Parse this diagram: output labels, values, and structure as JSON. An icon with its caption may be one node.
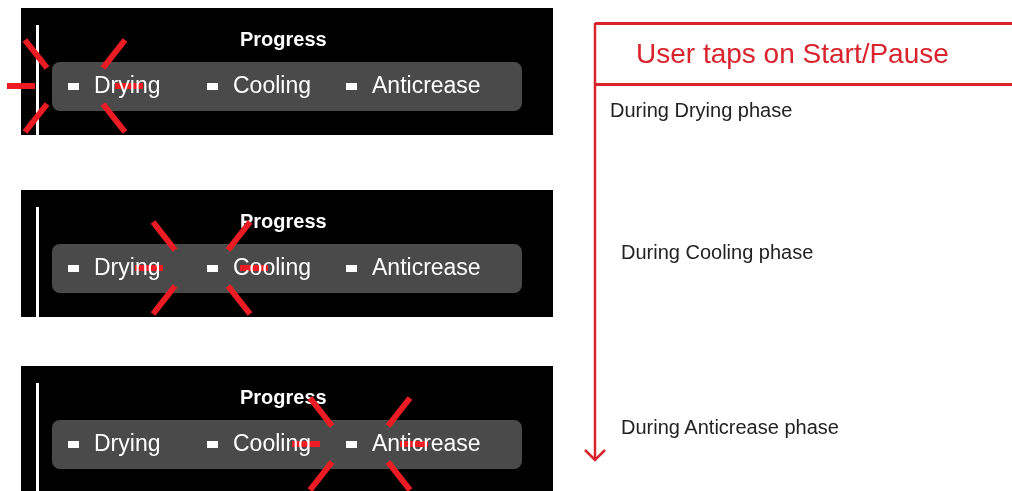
{
  "diagram": {
    "nodes": [
      {
        "text": [
          "Progress"
        ]
      },
      {
        "text": [
          "Drying",
          "Cooling",
          "Anticrease"
        ],
        "in": 0
      },
      {
        "text": [
          "Progress"
        ]
      },
      {
        "text": [
          "Drying",
          "Cooling",
          "Anticrease"
        ],
        "in": 2
      },
      {
        "text": [
          "Progress"
        ]
      },
      {
        "text": [
          "Drying",
          "Cooling",
          "Anticrease"
        ],
        "in": 4
      },
      {
        "text": [
          "User taps on Start/Pause"
        ]
      }
    ],
    "edges": [],
    "labels": [
      "During Drying phase",
      "During Cooling phase",
      "During Anticrease phase"
    ]
  }
}
